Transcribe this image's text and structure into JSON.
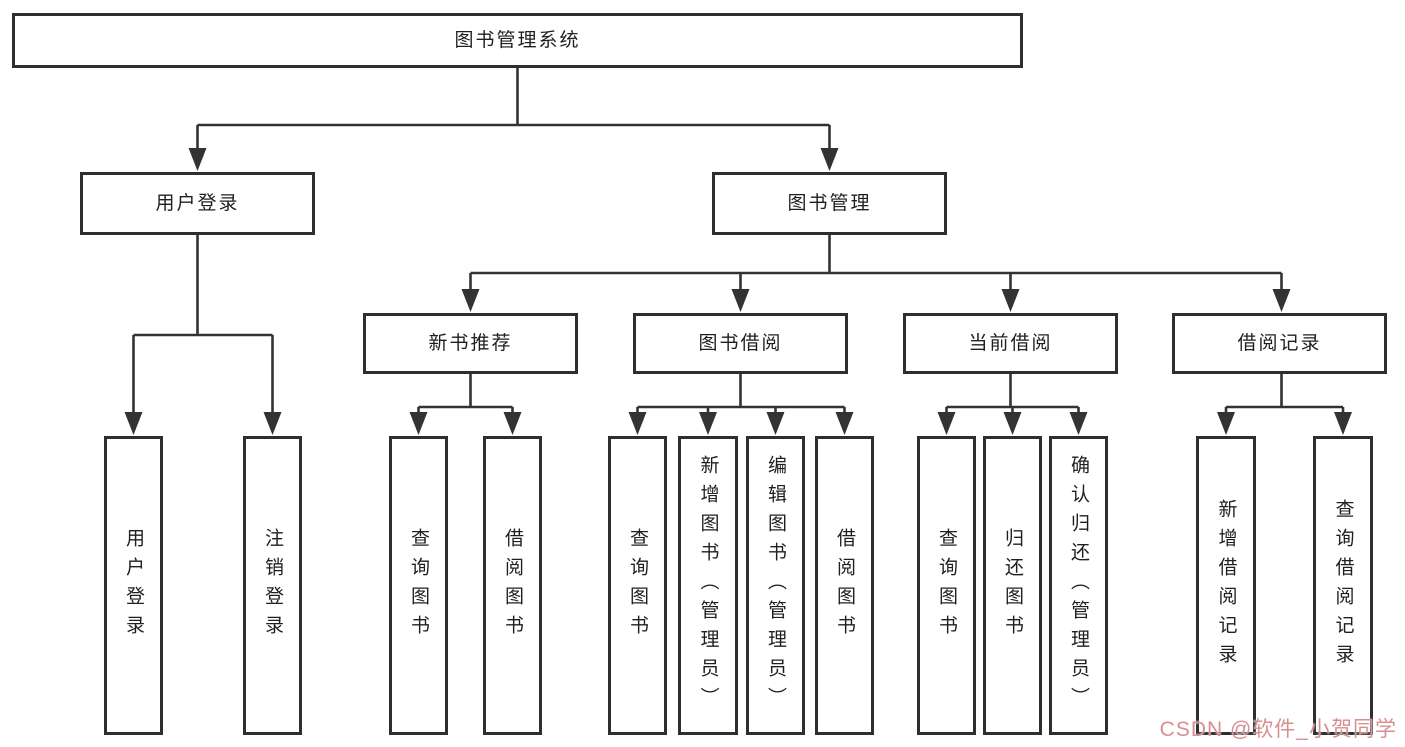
{
  "diagram": {
    "type": "functional-structure-tree",
    "tree": {
      "root": {
        "label": "图书管理系统"
      },
      "branches": [
        {
          "label": "用户登录",
          "children": [
            {
              "label": "用户登录"
            },
            {
              "label": "注销登录"
            }
          ]
        },
        {
          "label": "图书管理",
          "children": [
            {
              "label": "新书推荐",
              "children": [
                {
                  "label": "查询图书"
                },
                {
                  "label": "借阅图书"
                }
              ]
            },
            {
              "label": "图书借阅",
              "children": [
                {
                  "label": "查询图书"
                },
                {
                  "label": "新增图书（管理员）"
                },
                {
                  "label": "编辑图书（管理员）"
                },
                {
                  "label": "借阅图书"
                }
              ]
            },
            {
              "label": "当前借阅",
              "children": [
                {
                  "label": "查询图书"
                },
                {
                  "label": "归还图书"
                },
                {
                  "label": "确认归还（管理员）"
                }
              ]
            },
            {
              "label": "借阅记录",
              "children": [
                {
                  "label": "新增借阅记录"
                },
                {
                  "label": "查询借阅记录"
                }
              ]
            }
          ]
        }
      ]
    },
    "colors": {
      "line": "#333333",
      "box_border": "#2e2e2e",
      "text": "#1f1f1f",
      "background": "#ffffff",
      "watermark": "#d88f8f"
    }
  },
  "watermark": {
    "text": "CSDN @软件_小贺同学"
  }
}
